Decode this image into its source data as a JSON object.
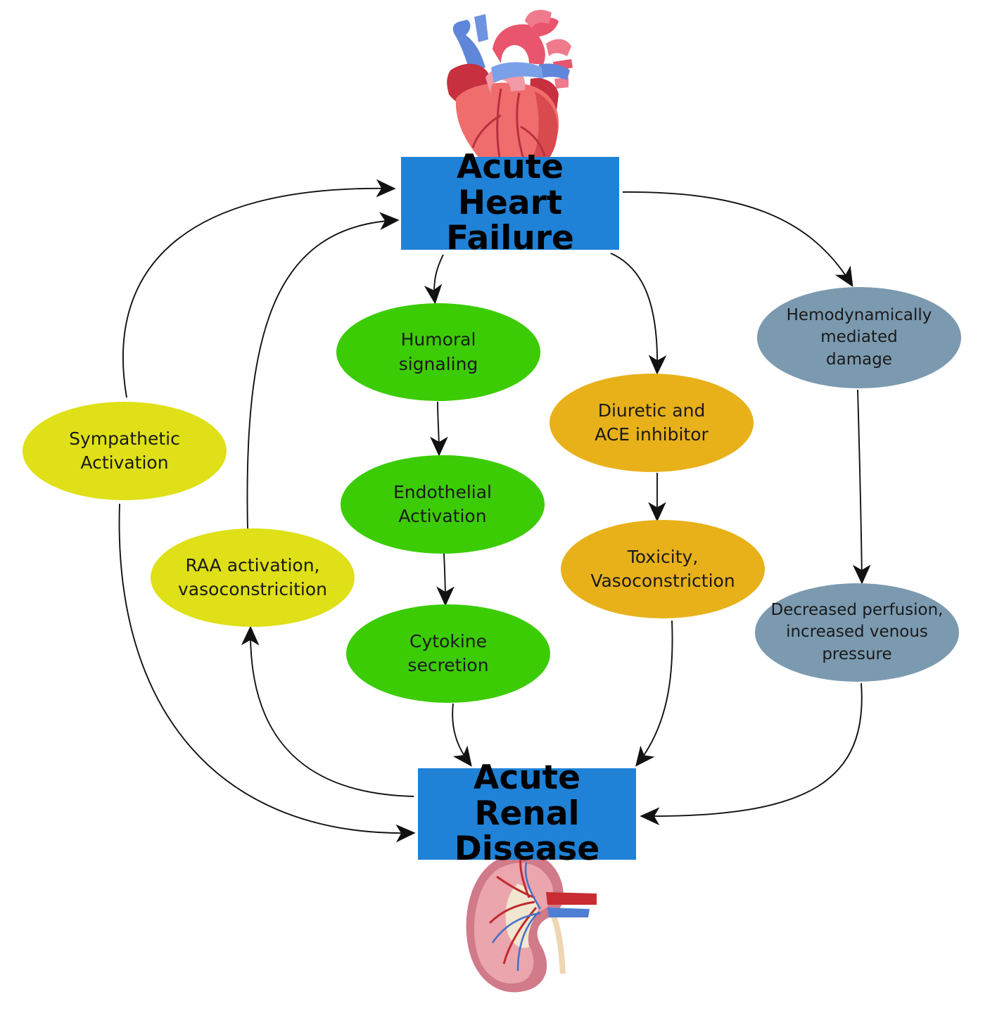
{
  "colors": {
    "main_box": "#1f82d6",
    "green": "#3ccc06",
    "yellow": "#dfe018",
    "orange": "#e8b11a",
    "slate": "#7b9ab0",
    "arrow": "#111111"
  },
  "icons": {
    "top": "heart-icon",
    "bottom": "kidney-icon"
  },
  "boxes": {
    "heart_failure": {
      "line1": "Acute Heart",
      "line2": "Failure"
    },
    "renal_disease": {
      "line1": "Acute Renal",
      "line2": "Disease"
    }
  },
  "nodes": {
    "humoral": {
      "line1": "Humoral",
      "line2": "signaling"
    },
    "endothelial": {
      "line1": "Endothelial",
      "line2": "Activation"
    },
    "cytokine": {
      "line1": "Cytokine",
      "line2": "secretion"
    },
    "sympathetic": {
      "line1": "Sympathetic",
      "line2": "Activation"
    },
    "raa": {
      "line1": "RAA activation,",
      "line2": "vasoconstricition"
    },
    "diuretic": {
      "line1": "Diuretic and",
      "line2": "ACE inhibitor"
    },
    "toxicity": {
      "line1": "Toxicity,",
      "line2": "Vasoconstriction"
    },
    "hemodynamic": {
      "line1": "Hemodynamically",
      "line2": "mediated",
      "line3": "damage"
    },
    "perfusion": {
      "line1": "Decreased perfusion,",
      "line2": "increased venous",
      "line3": "pressure"
    }
  }
}
